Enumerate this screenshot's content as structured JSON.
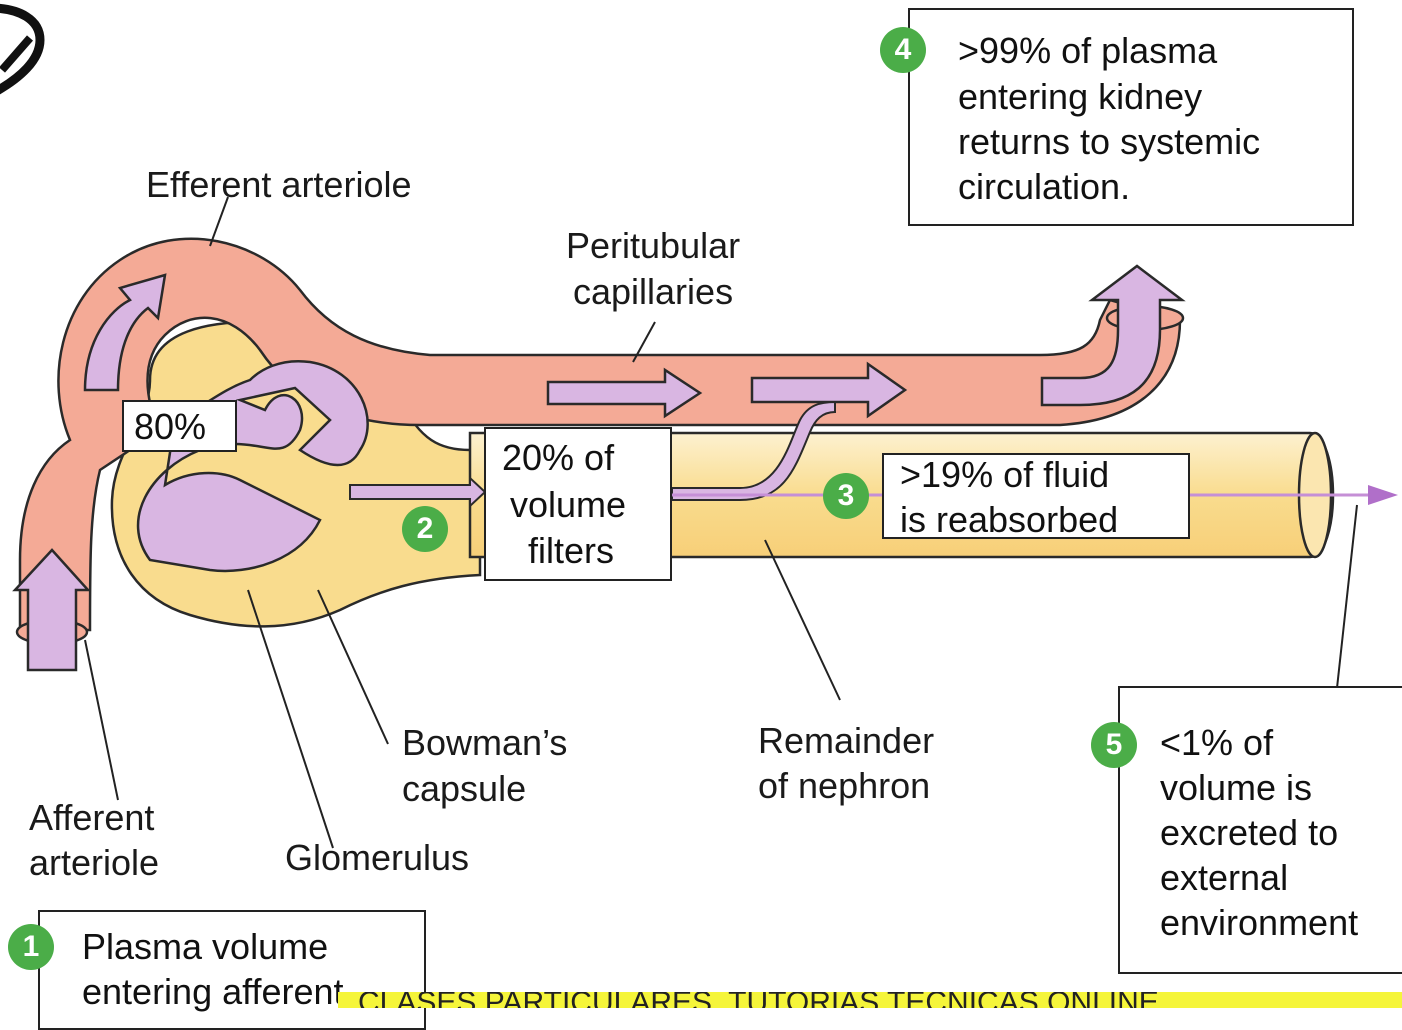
{
  "colors": {
    "vessel": "#f4aa96",
    "vessel_outline": "#2a2a2a",
    "tubule": "#f9dc8e",
    "tubule_light": "#fdf1d0",
    "flow_arrow": "#d9b6e2",
    "step_badge": "#4bad48",
    "banner": "#f5f53a"
  },
  "icons": {
    "corner_logo": "leaf-logo-icon"
  },
  "labels": {
    "efferent_arteriole": "Efferent arteriole",
    "peritubular_1": "Peritubular",
    "peritubular_2": "capillaries",
    "bowmans_1": "Bowman’s",
    "bowmans_2": "capsule",
    "remainder_1": "Remainder",
    "remainder_2": "of nephron",
    "afferent_1": "Afferent",
    "afferent_2": "arteriole",
    "glomerulus": "Glomerulus"
  },
  "boxes": {
    "eighty": "80%",
    "filters_1": "20% of",
    "filters_2": "volume",
    "filters_3": "filters",
    "reabsorbed_1": ">19% of fluid",
    "reabsorbed_2": "is reabsorbed",
    "returns_1": ">99% of plasma",
    "returns_2": "entering kidney",
    "returns_3": "returns to systemic",
    "returns_4": "circulation.",
    "excreted_1": "<1% of",
    "excreted_2": "volume is",
    "excreted_3": "excreted to",
    "excreted_4": "external",
    "excreted_5": "environment",
    "plasma_1": "Plasma volume",
    "plasma_2": "entering afferent"
  },
  "steps": {
    "s1": "1",
    "s2": "2",
    "s3": "3",
    "s4": "4",
    "s5": "5"
  },
  "banner": {
    "text": "CLASES PARTICULARES, TUTORÍAS TÉCNICAS ONLINE"
  }
}
